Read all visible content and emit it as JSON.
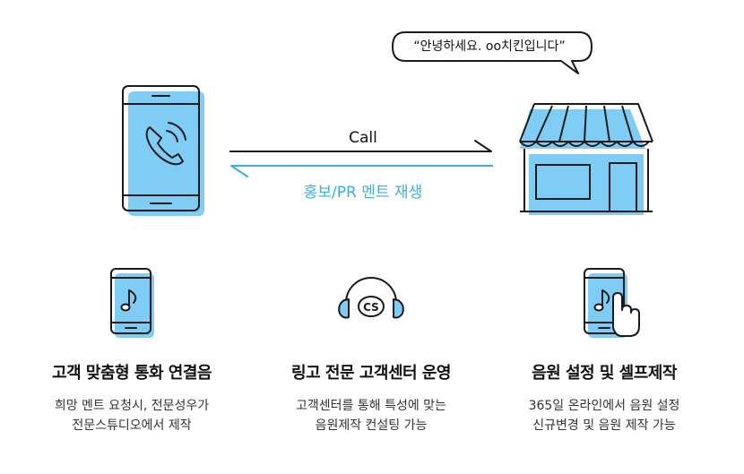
{
  "bubble": {
    "text": "“안녕하세요. oo치킨입니다”"
  },
  "flow": {
    "call_label": "Call",
    "pr_label": "홍보/PR 멘트 재생"
  },
  "features": [
    {
      "icon": "music-phone-icon",
      "title": "고객 맞춤형 통화 연결음",
      "desc": [
        "희망 멘트 요청시, 전문성우가",
        "전문스튜디오에서 제작"
      ]
    },
    {
      "icon": "cs-headset-icon",
      "title": "링고 전문 고객센터 운영",
      "desc": [
        "고객센터를 통해 특성에 맞는",
        "음원제작 컨설팅 가능"
      ]
    },
    {
      "icon": "self-production-icon",
      "title": "음원 설정 및 셀프제작",
      "desc": [
        "365일 온라인에서 음원 설정",
        "신규변경 및 음원 제작 가능"
      ]
    }
  ],
  "colors": {
    "accent": "#7fcdf4",
    "accent_dark": "#3aaee0",
    "line": "#1a1a1a"
  }
}
